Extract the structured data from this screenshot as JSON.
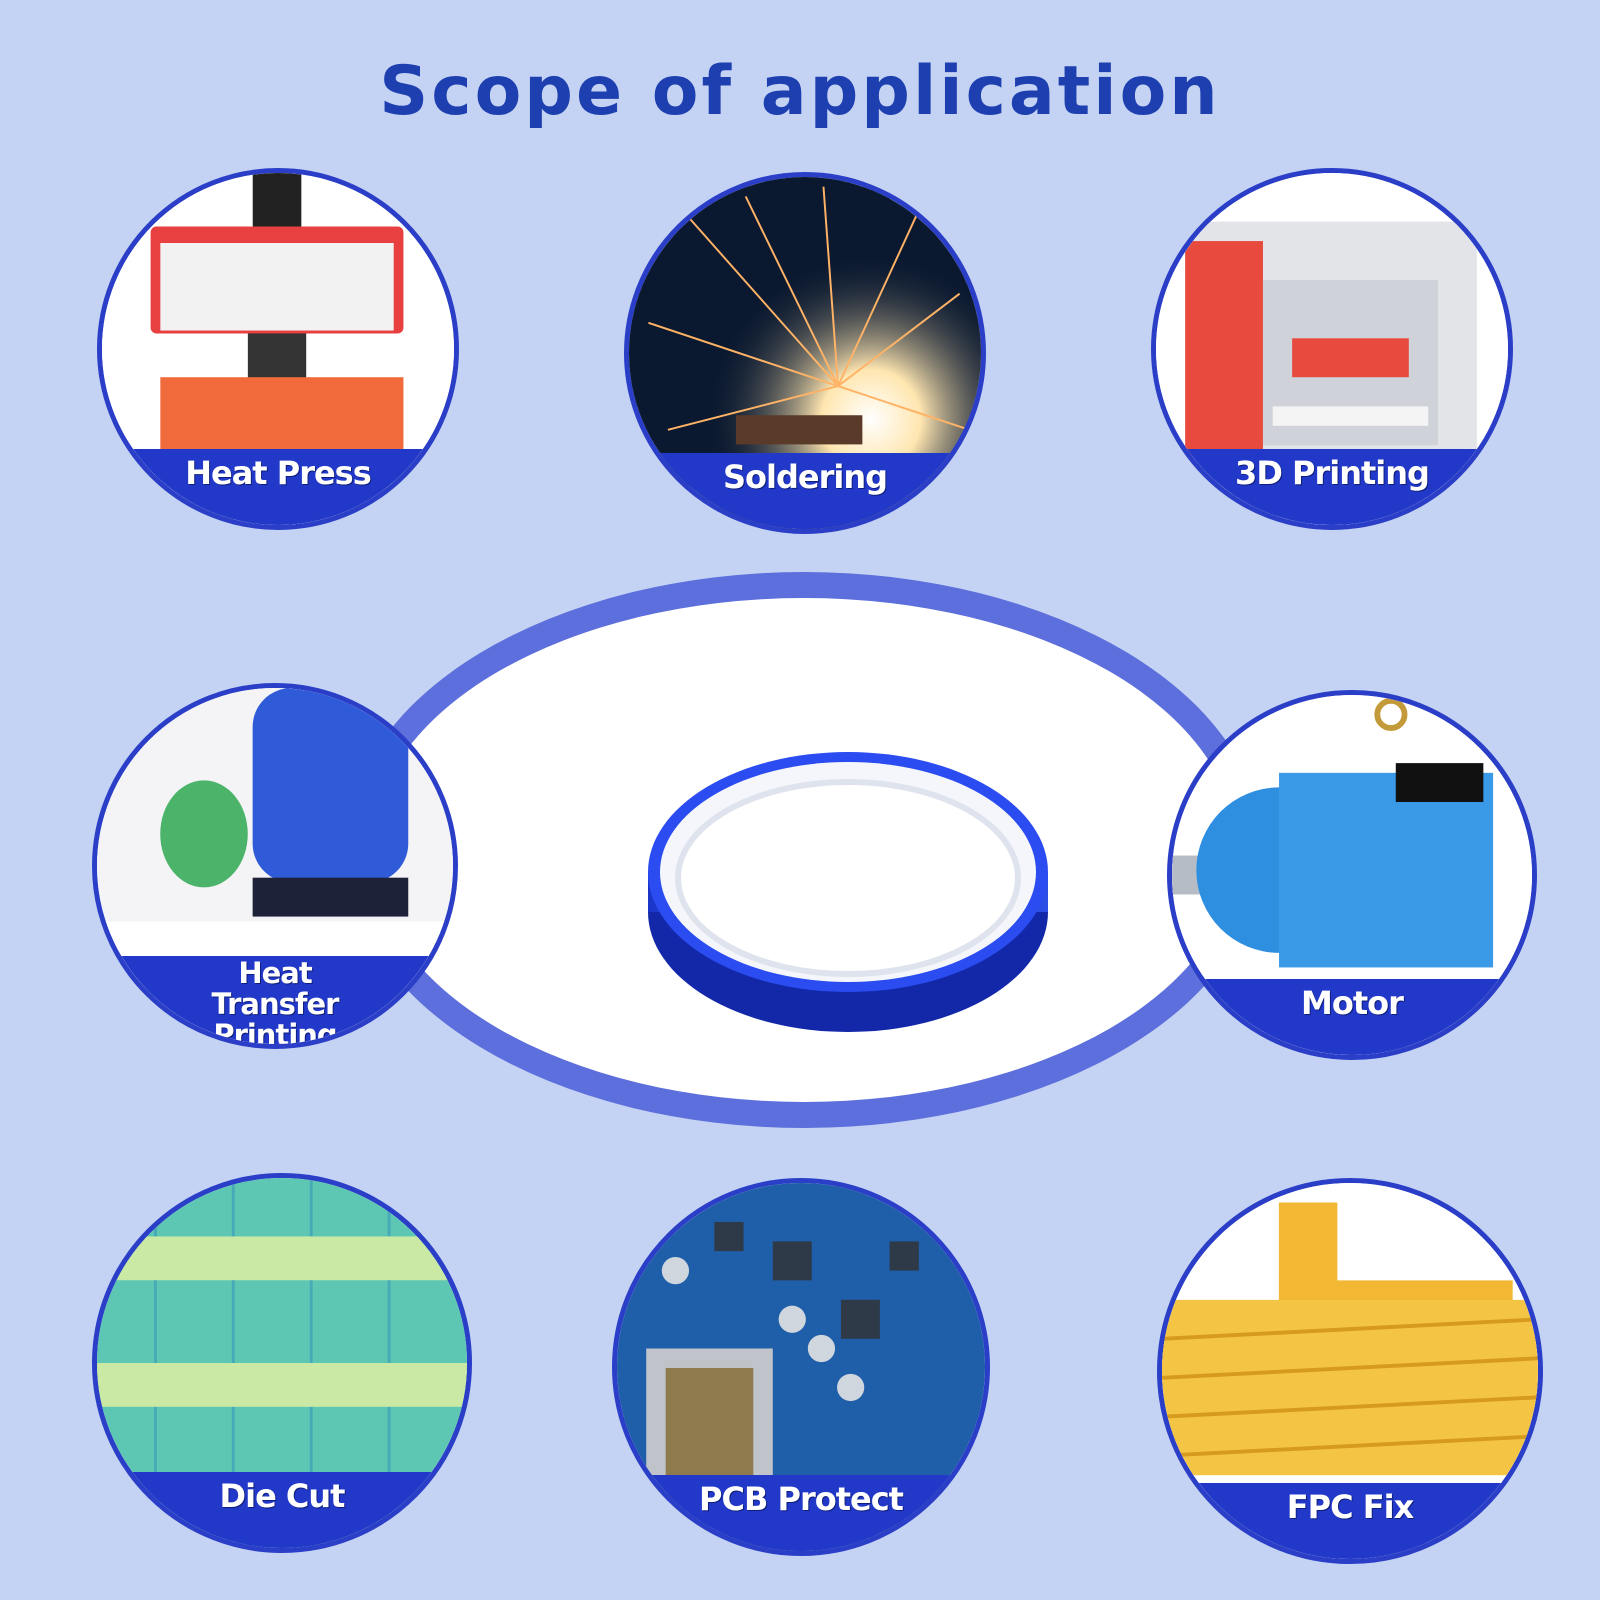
{
  "title": "Scope of application",
  "applications": [
    {
      "label": "Heat Press",
      "icon": "heat-press-icon"
    },
    {
      "label": "Soldering",
      "icon": "sparks-icon"
    },
    {
      "label": "3D Printing",
      "icon": "3d-printer-icon"
    },
    {
      "label": "Heat Transfer Printing",
      "icon": "iron-icon"
    },
    {
      "label": "Motor",
      "icon": "motor-icon"
    },
    {
      "label": "Die Cut",
      "icon": "die-cut-icon"
    },
    {
      "label": "PCB Protect",
      "icon": "pcb-icon"
    },
    {
      "label": "FPC Fix",
      "icon": "fpc-icon"
    }
  ],
  "colors": {
    "background": "#c4d3f3",
    "title": "#1e3fb0",
    "label_band": "#2238c8",
    "ring": "#5d6fdc",
    "tape": "#1f3fd6"
  }
}
